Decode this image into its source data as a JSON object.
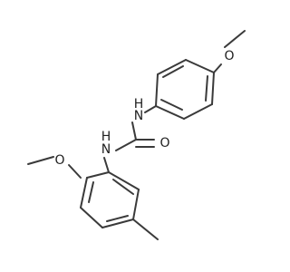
{
  "molecule": {
    "labels": {
      "o_top": "O",
      "nh_upper": "H\nN",
      "nh_lower": "H\nN",
      "o_carbonyl": "O",
      "o_bottom": "O"
    },
    "colors": {
      "bond": "#3a3a3a",
      "text": "#1f1f1f",
      "background": "#ffffff"
    }
  }
}
